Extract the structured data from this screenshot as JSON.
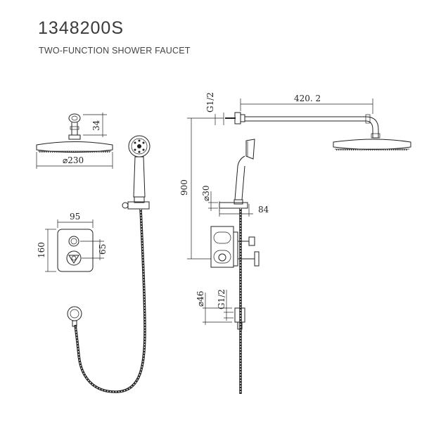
{
  "header": {
    "model_number": "1348200S",
    "product_name": "TWO-FUNCTION SHOWER FAUCET"
  },
  "dimensions": {
    "showerhead_diameter": "⌀230",
    "arm_depth": "34",
    "valve_width": "95",
    "valve_height": "160",
    "handle_spacing": "65",
    "arm_length": "420. 2",
    "overall_height": "900",
    "inlet_top": "G1/2",
    "holder_diameter": "⌀30",
    "holder_depth": "84",
    "outlet_diameter": "⌀46",
    "outlet_thread": "G1/2"
  }
}
